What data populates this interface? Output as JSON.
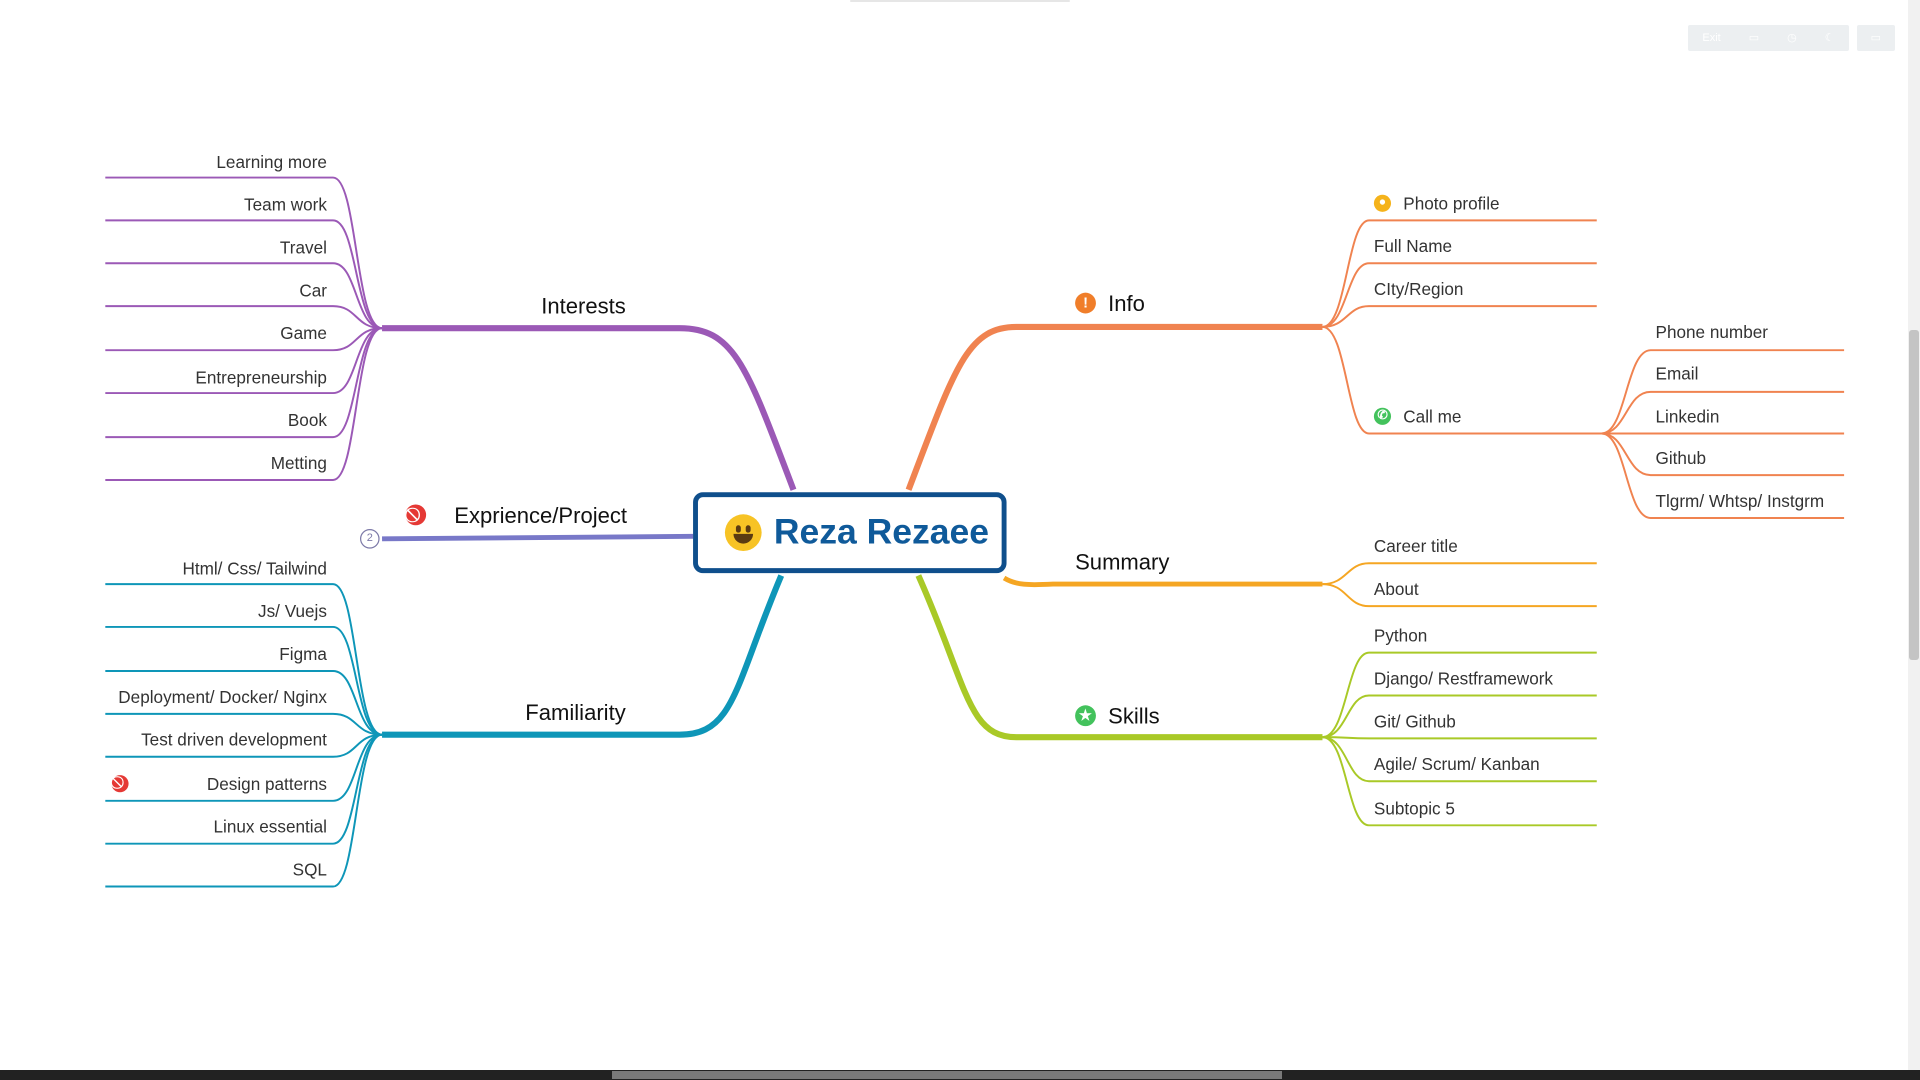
{
  "toolbar": {
    "exit_label": "Exit"
  },
  "root": {
    "title": "Reza Rezaee",
    "icon": "smiley-icon"
  },
  "colors": {
    "interests": "#9b59b6",
    "experience": "#7878c8",
    "familiarity": "#0e96b8",
    "info": "#f08350",
    "summary": "#f5a623",
    "skills": "#a9c927",
    "root_border": "#0f4f8c"
  },
  "branches": {
    "interests": {
      "label": "Interests",
      "items": [
        "Learning more",
        "Team work",
        "Travel",
        "Car",
        "Game",
        "Entrepreneurship",
        "Book",
        "Metting"
      ]
    },
    "experience": {
      "label": "Exprience/Project",
      "icon": "blocked-icon",
      "collapsed_count": "2"
    },
    "familiarity": {
      "label": "Familiarity",
      "items": [
        "Html/ Css/ Tailwind",
        "Js/ Vuejs",
        "Figma",
        "Deployment/ Docker/ Nginx",
        "Test driven development",
        "Design patterns",
        "Linux essential",
        "SQL"
      ]
    },
    "info": {
      "label": "Info",
      "icon": "alert-icon",
      "items": [
        "Photo profile",
        "Full Name",
        "CIty/Region",
        "Call me"
      ],
      "call_me": [
        "Phone number",
        "Email",
        "Linkedin",
        "Github",
        "Tlgrm/ Whtsp/ Instgrm"
      ]
    },
    "summary": {
      "label": "Summary",
      "items": [
        "Career title",
        "About"
      ]
    },
    "skills": {
      "label": "Skills",
      "icon": "star-icon",
      "items": [
        "Python",
        "Django/ Restframework",
        "Git/ Github",
        "Agile/ Scrum/ Kanban",
        "Subtopic 5"
      ]
    }
  }
}
